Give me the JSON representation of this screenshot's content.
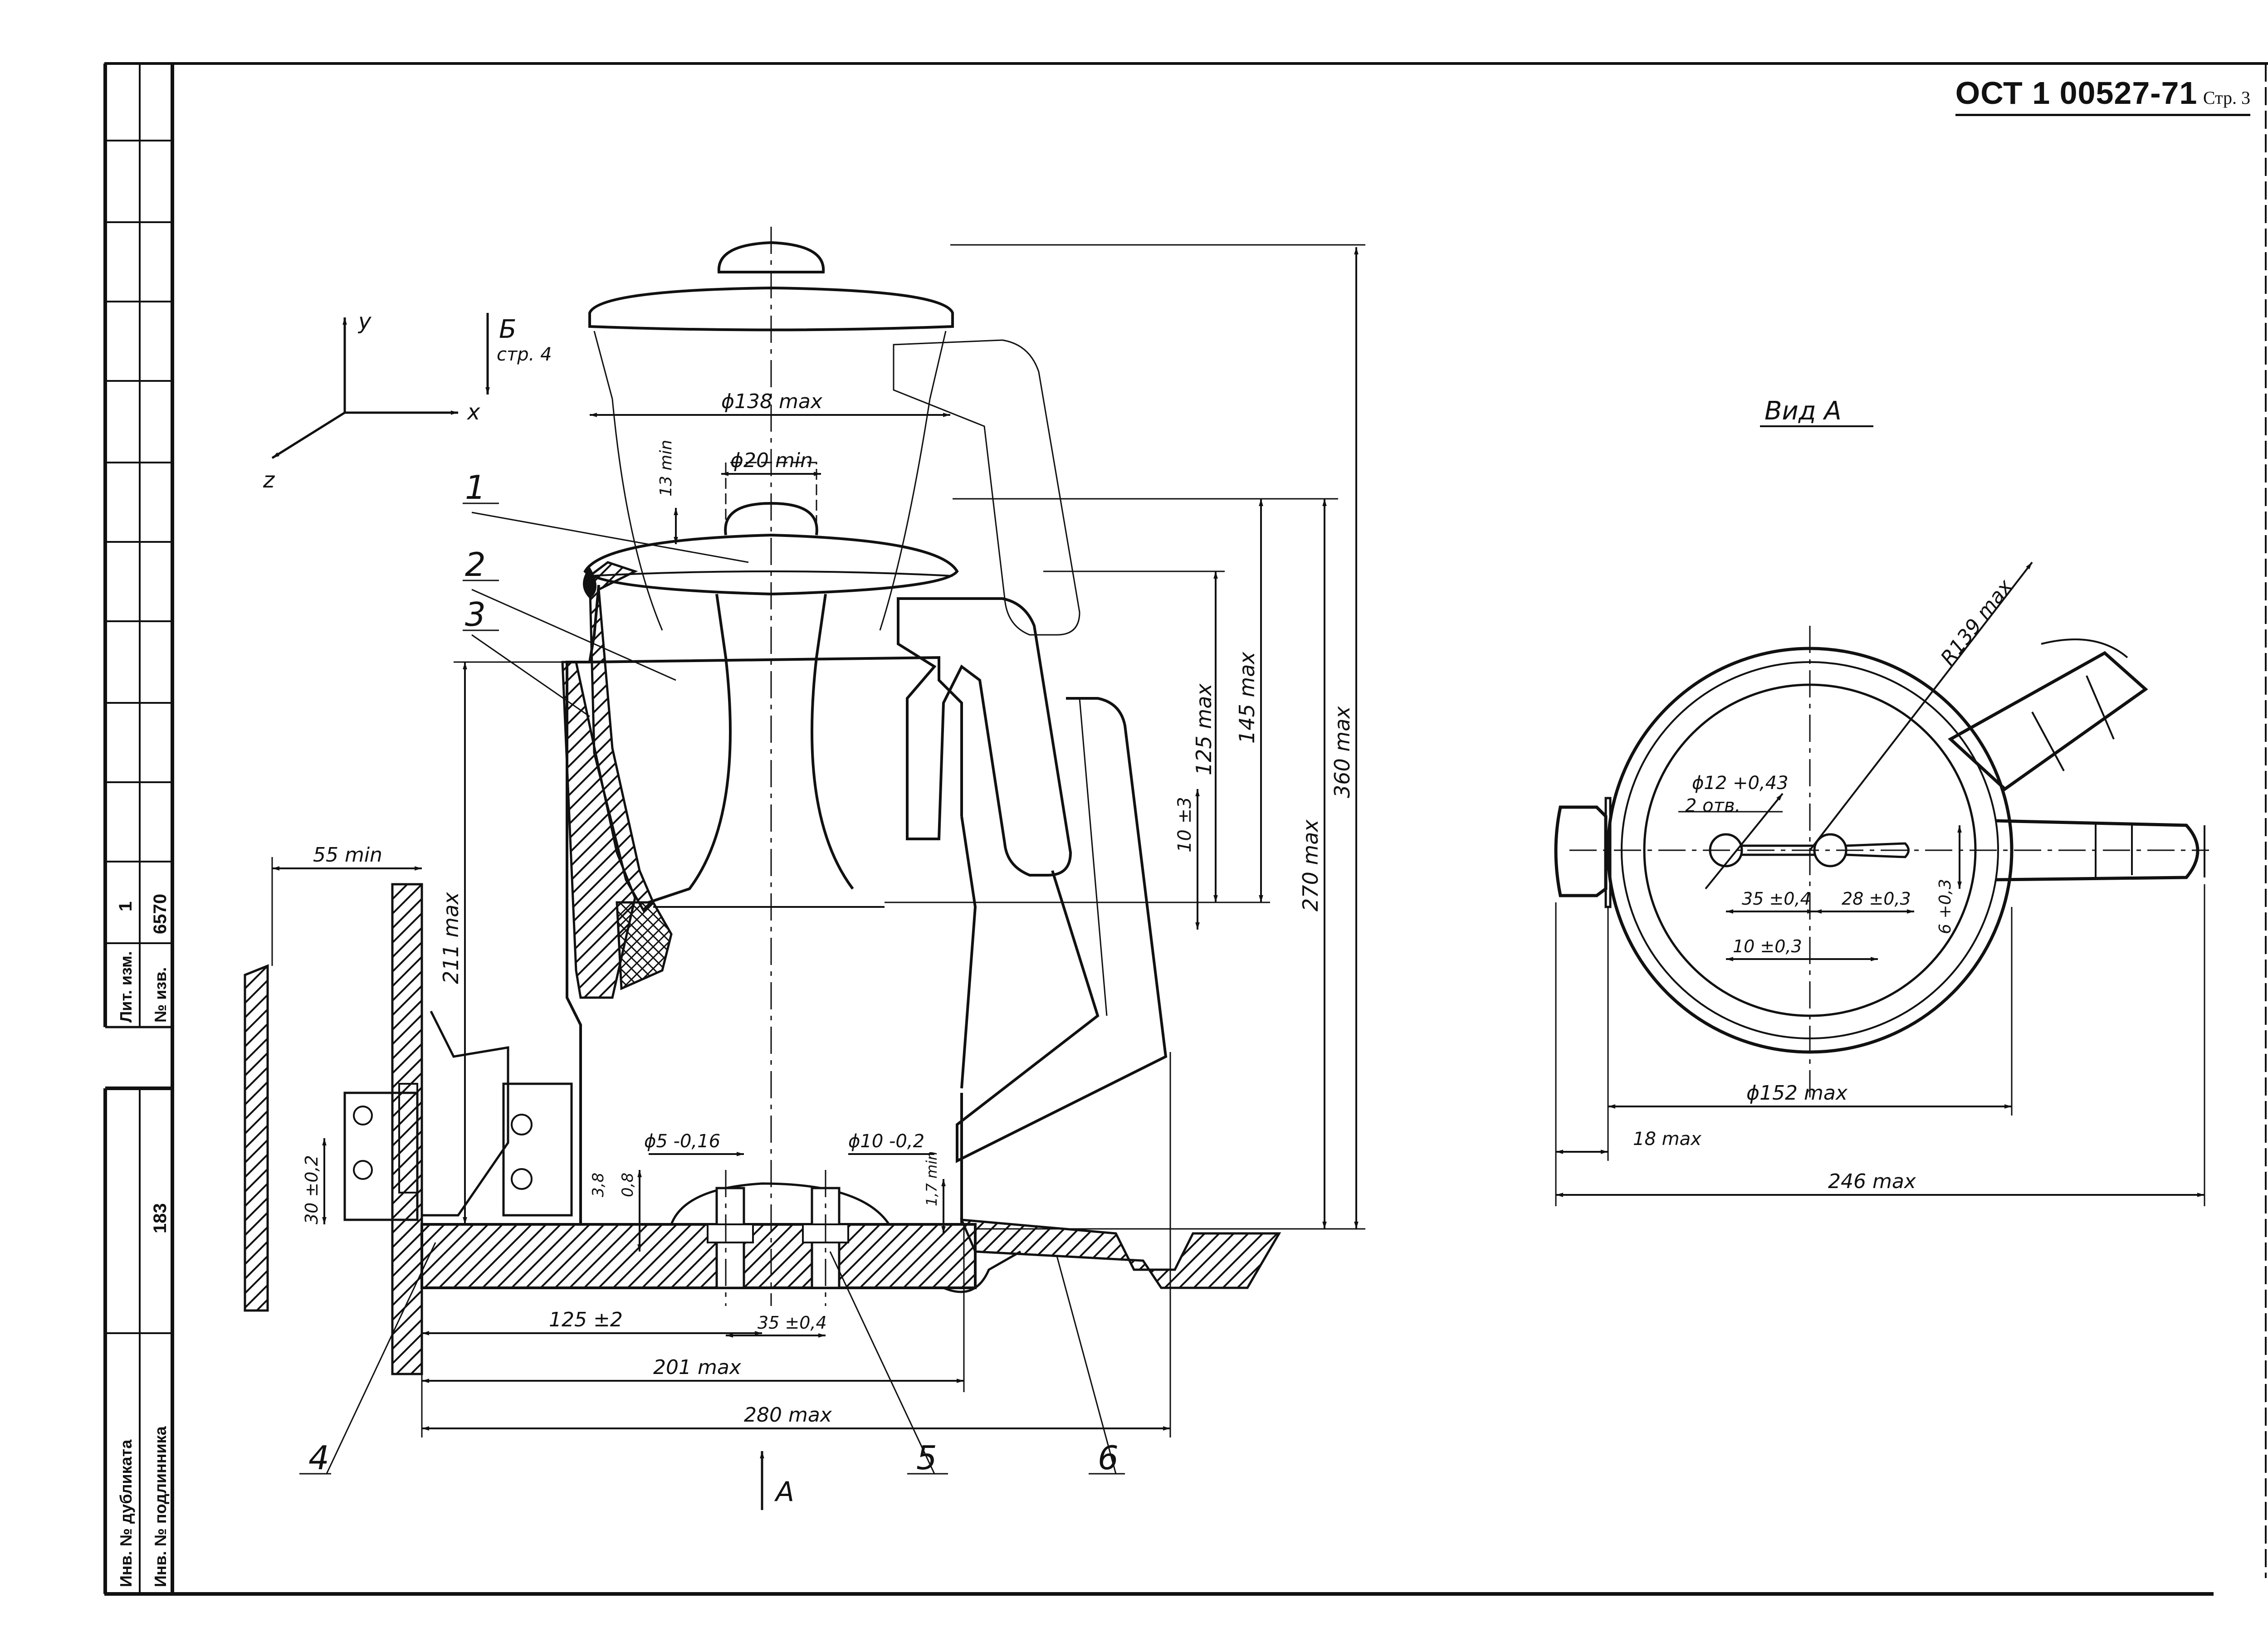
{
  "header": {
    "code": "ОСТ 1 00527-71",
    "page": "Стр. 3"
  },
  "title_block": {
    "lit_izm": "Лит. изм.",
    "n_izv": "№ изв.",
    "lit_value": "1",
    "izv_value": "6570",
    "inv_dubl": "Инв. № дубликата",
    "inv_podl": "Инв. № подлинника",
    "inv_value": "183"
  },
  "axes": {
    "y": "y",
    "x": "x",
    "z": "z"
  },
  "view_b": {
    "label": "Б",
    "ref": "стр. 4"
  },
  "view_a": {
    "arrow_label": "А",
    "title": "Вид А"
  },
  "parts": [
    "1",
    "2",
    "3",
    "4",
    "5",
    "6"
  ],
  "dimensions": {
    "d138": "ϕ138 max",
    "d20": "ϕ20 min",
    "h13": "13 min",
    "h125": "125 max",
    "h145": "145 max",
    "h270": "270 max",
    "h360": "360 max",
    "h10": "10 ±3",
    "h211": "211 max",
    "w55": "55 min",
    "h30": "30 ±0,2",
    "h38": "3,8",
    "h08": "0,8",
    "d5": "ϕ5 -0,16",
    "d10": "ϕ10 -0,2",
    "h17": "1,7 min",
    "w125": "125 ±2",
    "w35": "35 ±0,4",
    "w201": "201 max",
    "w280": "280 max",
    "r139": "R139 max",
    "d12": "ϕ12 +0,43",
    "holes": "2 отв.",
    "va35": "35 ±0,4",
    "va28": "28 ±0,3",
    "va6": "6 +0,3",
    "va10": "10 ±0,3",
    "d152": "ϕ152 max",
    "w18": "18 max",
    "w246": "246 max"
  }
}
